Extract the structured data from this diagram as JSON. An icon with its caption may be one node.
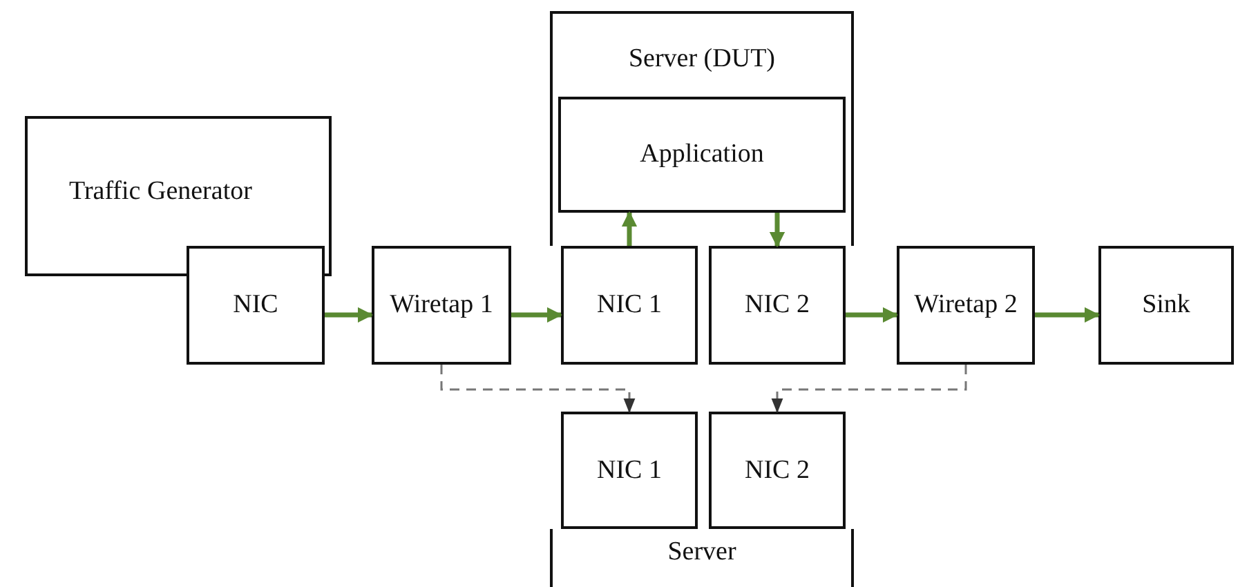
{
  "diagram": {
    "nodes": [
      {
        "text": [
          "Traffic Generator"
        ]
      },
      {
        "text": [
          "NIC"
        ]
      },
      {
        "text": [
          "Wiretap 1"
        ]
      },
      {
        "text": [
          "Server (DUT)"
        ]
      },
      {
        "text": [
          "Application"
        ],
        "in": 3
      },
      {
        "text": [
          "NIC 1"
        ]
      },
      {
        "text": [
          "NIC 2"
        ]
      },
      {
        "text": [
          "Wiretap 2"
        ]
      },
      {
        "text": [
          "Sink"
        ]
      },
      {
        "text": [
          "NIC 1"
        ]
      },
      {
        "text": [
          "NIC 2"
        ]
      },
      {
        "text": [
          "Server"
        ]
      }
    ],
    "edges": [
      {
        "from": 1,
        "to": 2,
        "arrow": "to"
      },
      {
        "from": 2,
        "to": 5,
        "arrow": "to"
      },
      {
        "from": 5,
        "to": 4,
        "arrow": "to"
      },
      {
        "from": 4,
        "to": 6,
        "arrow": "to"
      },
      {
        "from": 6,
        "to": 7,
        "arrow": "to"
      },
      {
        "from": 7,
        "to": 8,
        "arrow": "to"
      },
      {
        "from": 2,
        "to": 9,
        "arrow": "to",
        "style": "dashed",
        "color": "#777777"
      },
      {
        "from": 7,
        "to": 10,
        "arrow": "to",
        "style": "dashed",
        "color": "#777777"
      }
    ]
  }
}
